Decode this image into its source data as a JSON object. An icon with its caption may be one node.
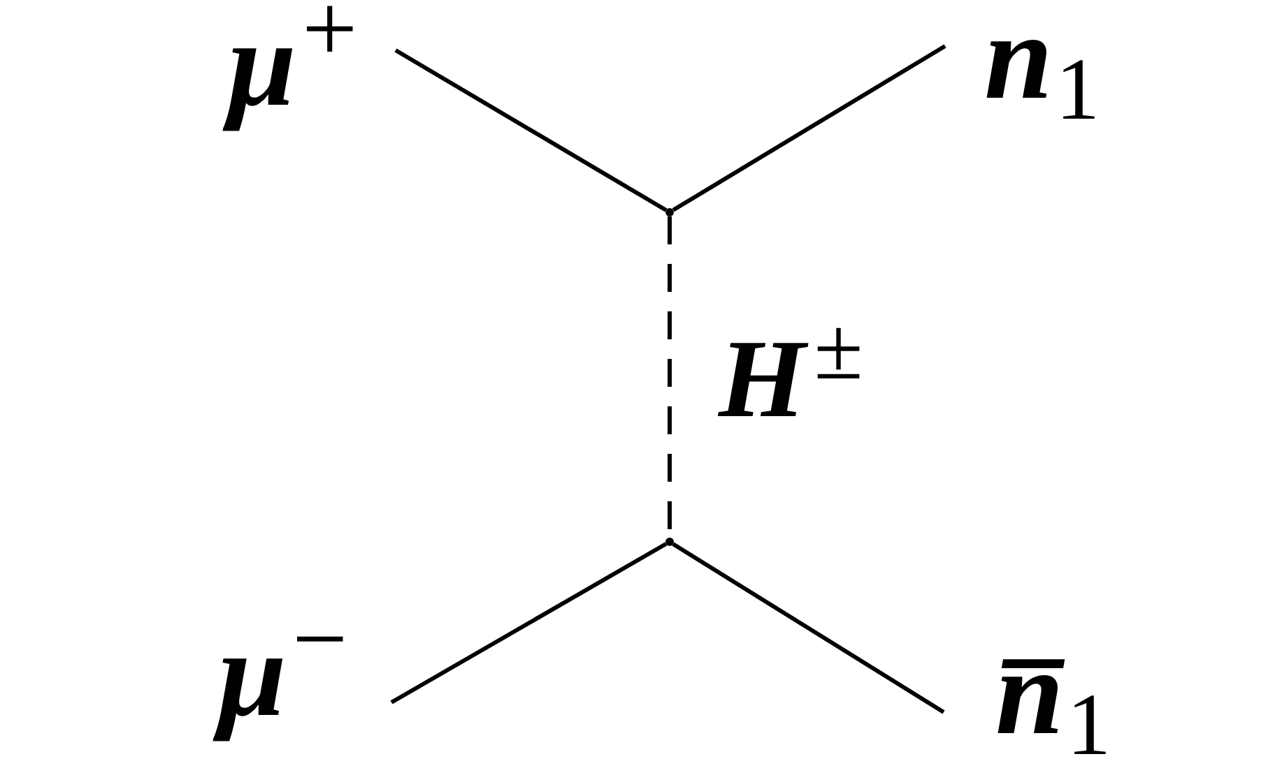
{
  "diagram": {
    "nodes": [
      {
        "text": [
          "μ$^{+}$"
        ]
      },
      {
        "text": [
          "n$_{1}$"
        ]
      },
      {
        "text": [],
        "shape": "circle"
      },
      {
        "text": [],
        "shape": "circle"
      },
      {
        "text": [
          "μ$^{−}$"
        ]
      },
      {
        "text": [
          "n̅$_{1}$"
        ]
      }
    ],
    "edges": [
      {
        "from": 0,
        "to": 2,
        "arrow": "none"
      },
      {
        "from": 2,
        "to": 1,
        "arrow": "none"
      },
      {
        "from": 2,
        "to": 3,
        "arrow": "none",
        "style": "dashed",
        "label": "H$^{±}$"
      },
      {
        "from": 4,
        "to": 3,
        "arrow": "none"
      },
      {
        "from": 3,
        "to": 5,
        "arrow": "none"
      }
    ]
  }
}
